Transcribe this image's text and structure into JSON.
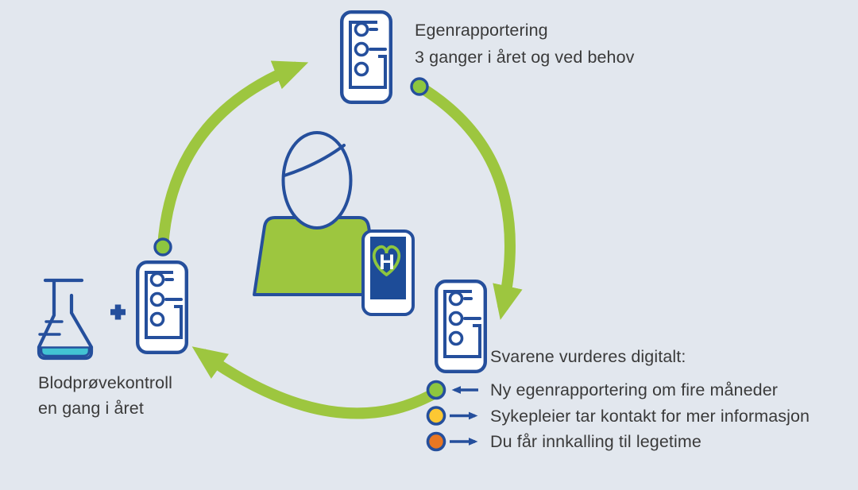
{
  "colors": {
    "background": "#e2e7ee",
    "green": "#9dc63f",
    "dot_green": "#8dc63f",
    "dark_blue": "#254f9c",
    "screen_blue": "#1d4c98",
    "teal": "#42c3d3",
    "orange": "#e97722",
    "yellow": "#fdc833",
    "text": "#3a3a3a",
    "white": "#ffffff"
  },
  "top_step": {
    "title": "Egenrapportering",
    "subtitle": "3 ganger i året og ved behov"
  },
  "left_step": {
    "title": "Blodprøvekontroll",
    "subtitle": "en gang i året"
  },
  "assessment": {
    "heading": "Svarene vurderes digitalt:",
    "items": [
      {
        "dot_color": "#8dc63f",
        "arrow_direction": "left",
        "label": "Ny egenrapportering om fire måneder"
      },
      {
        "dot_color": "#fdc833",
        "arrow_direction": "right",
        "label": "Sykepleier tar kontakt for mer informasjon"
      },
      {
        "dot_color": "#e97722",
        "arrow_direction": "right",
        "label": "Du får innkalling til legetime"
      }
    ]
  },
  "center": {
    "phone_logo_letter": "H"
  },
  "phone_checklists": {
    "top_phone_dots": [
      "#8dc63f",
      "#ffffff",
      "#ffffff"
    ],
    "left_phone_dots": [
      "#8dc63f",
      "#ffffff",
      "#ffffff"
    ],
    "right_phone_dots": [
      "#e97722",
      "#fdc833",
      "#8dc63f"
    ]
  }
}
